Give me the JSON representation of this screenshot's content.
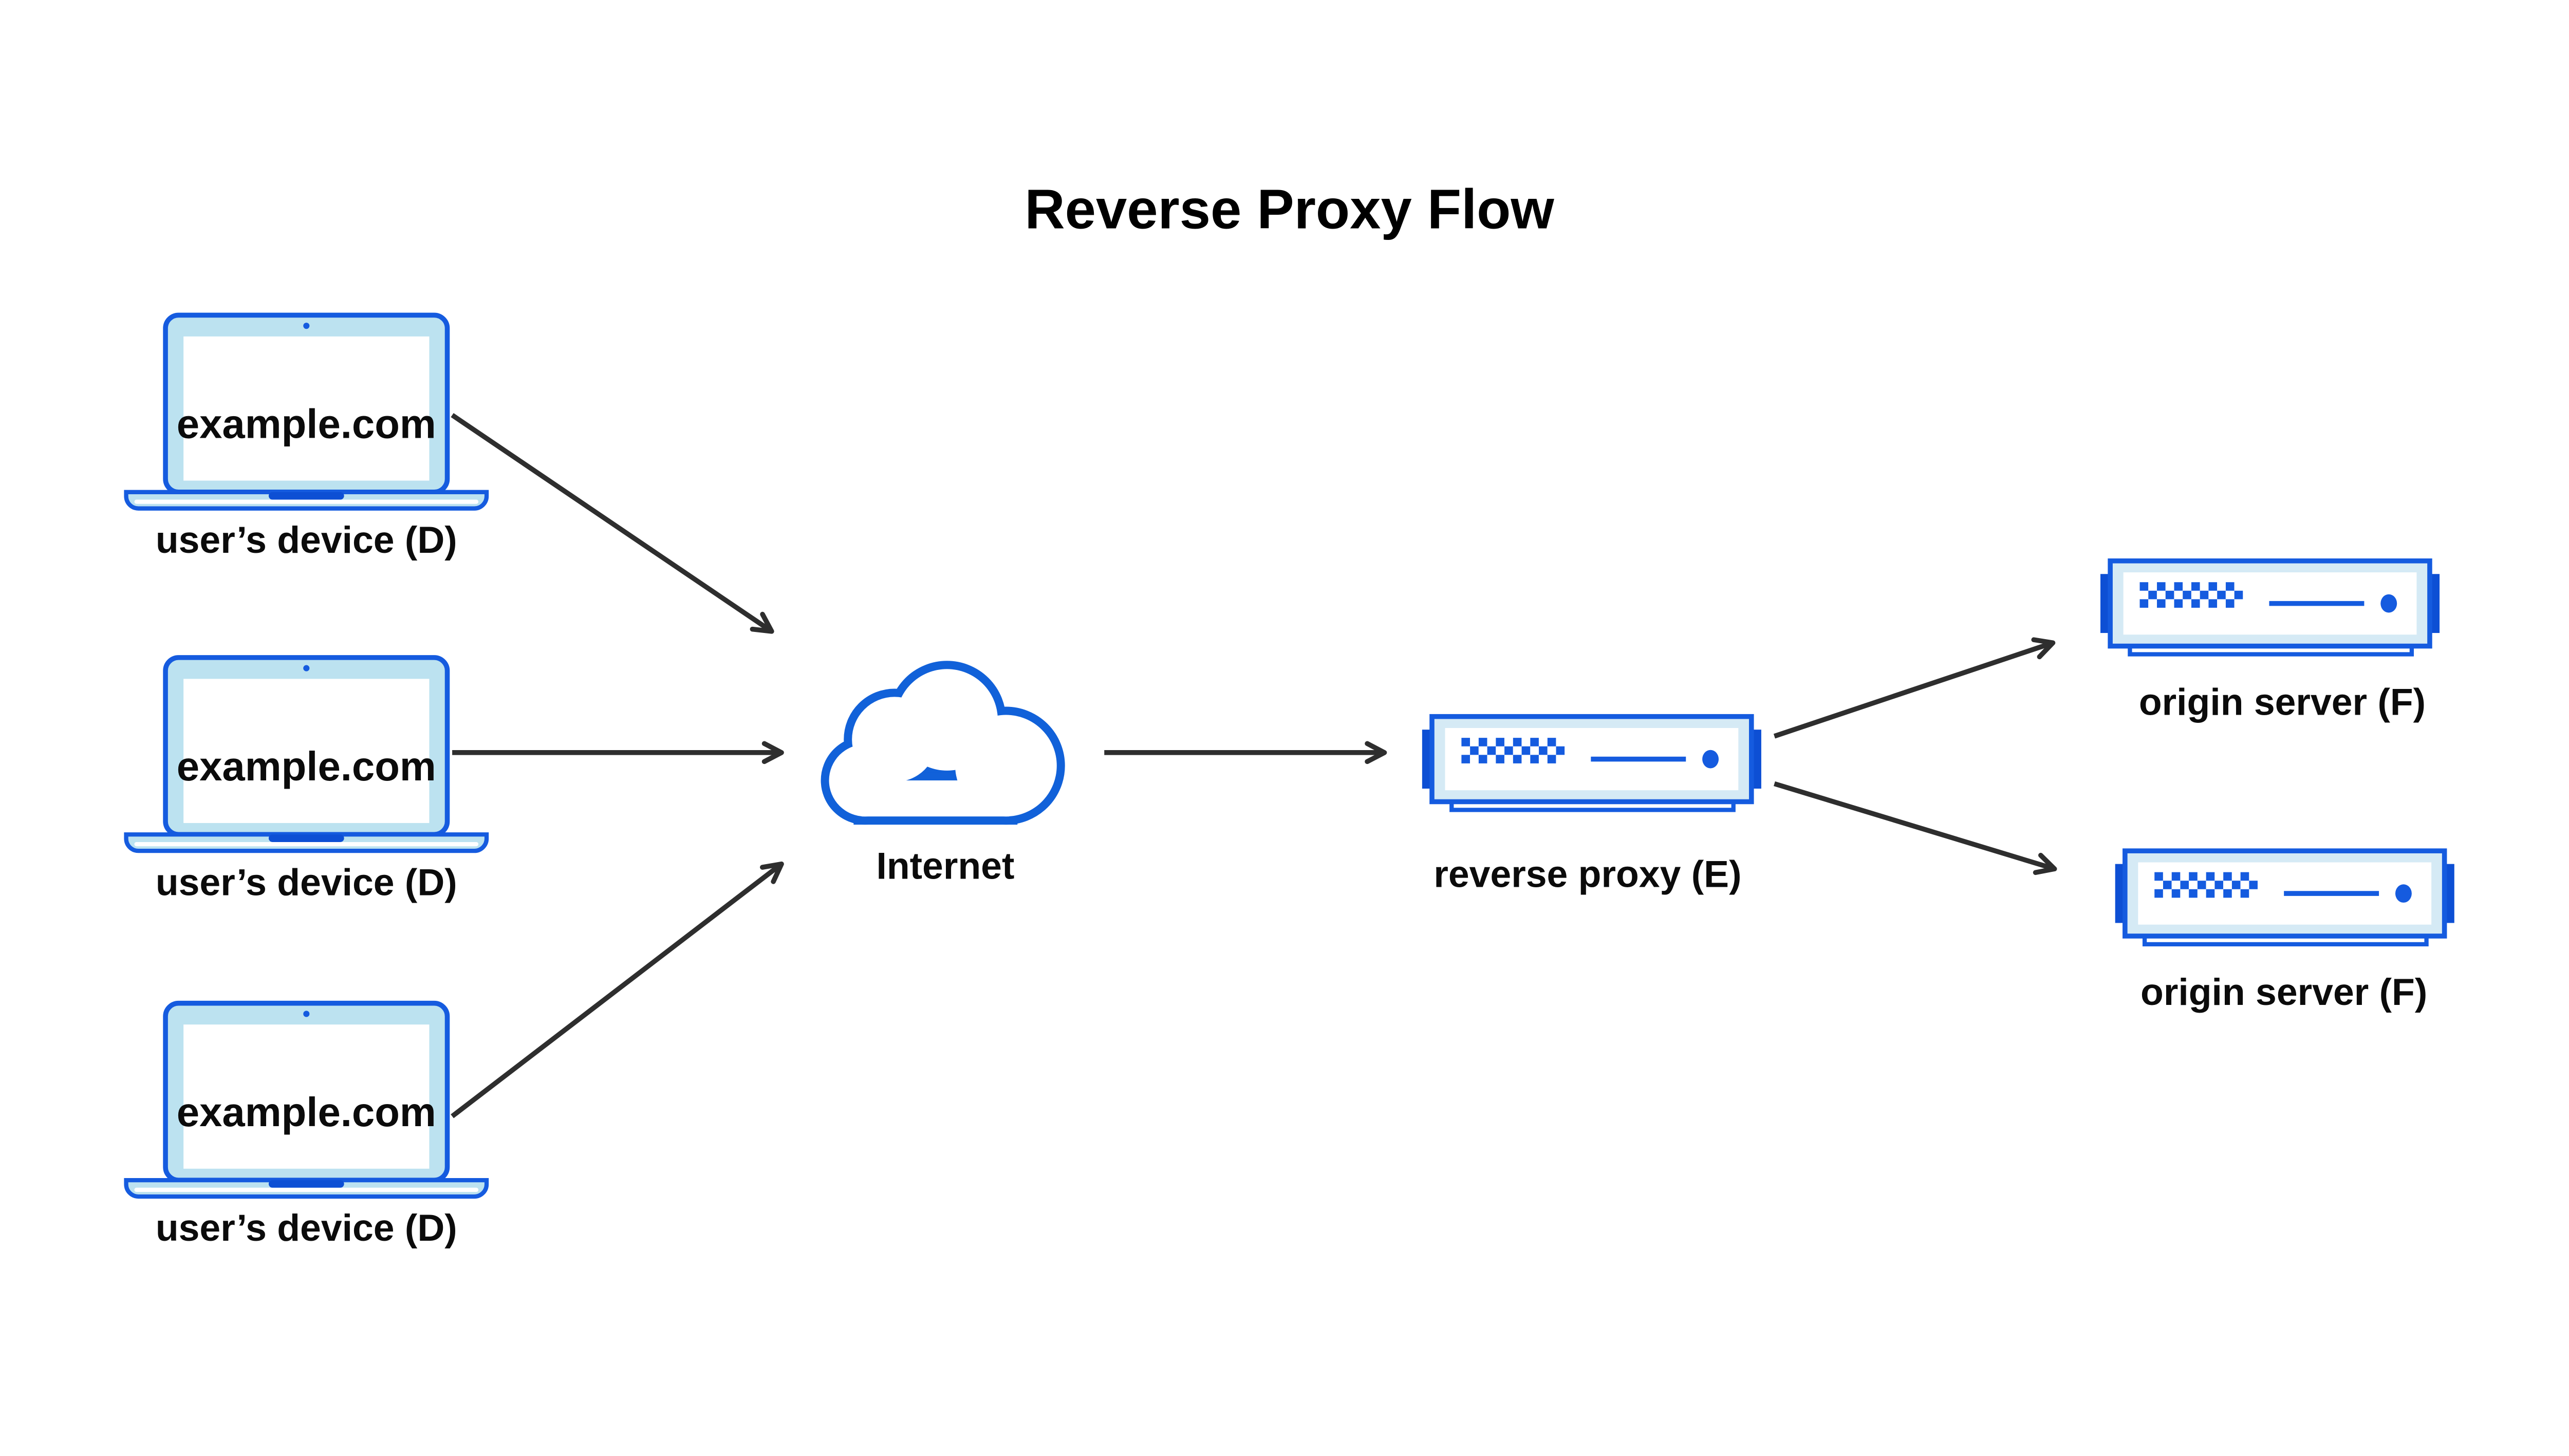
{
  "title": "Reverse Proxy Flow",
  "colors": {
    "blue_primary": "#155BDF",
    "blue_dark": "#0D4FD4",
    "cloud_blue": "#1161D9",
    "laptop_fill": "#BCE2F0",
    "server_fill": "#D5EAF5",
    "arrow_color": "#2E2E2E",
    "text_color": "#0B0B0B"
  },
  "nodes": {
    "devices": [
      {
        "screen_text": "example.com",
        "label": "user’s device (D)"
      },
      {
        "screen_text": "example.com",
        "label": "user’s device (D)"
      },
      {
        "screen_text": "example.com",
        "label": "user’s device (D)"
      }
    ],
    "internet": {
      "label": "Internet"
    },
    "reverse_proxy": {
      "label": "reverse proxy (E)"
    },
    "origin_servers": [
      {
        "label": "origin server (F)"
      },
      {
        "label": "origin server (F)"
      }
    ]
  },
  "icons": {
    "device": "laptop-icon",
    "internet": "cloud-icon",
    "proxy": "server-icon",
    "origin": "server-icon"
  },
  "flows": [
    "user device 1 -> Internet",
    "user device 2 -> Internet",
    "user device 3 -> Internet",
    "Internet -> reverse proxy (E)",
    "reverse proxy (E) -> origin server 1 (F)",
    "reverse proxy (E) -> origin server 2 (F)"
  ]
}
